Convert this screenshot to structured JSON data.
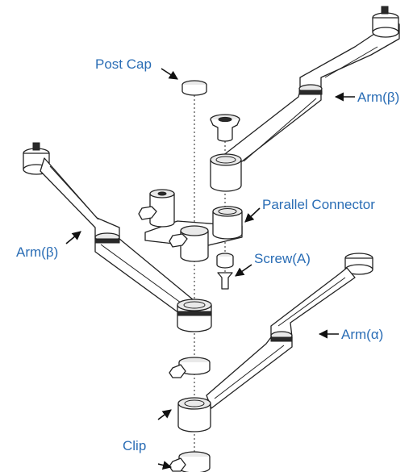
{
  "labels": {
    "post_cap": "Post Cap",
    "arm_beta_top": "Arm(β)",
    "parallel_connector": "Parallel Connector",
    "arm_beta_left": "Arm(β)",
    "screw_a": "Screw(A)",
    "arm_alpha": "Arm(α)",
    "clip": "Clip"
  },
  "colors": {
    "label": "#2a6db5",
    "line": "#222222"
  }
}
